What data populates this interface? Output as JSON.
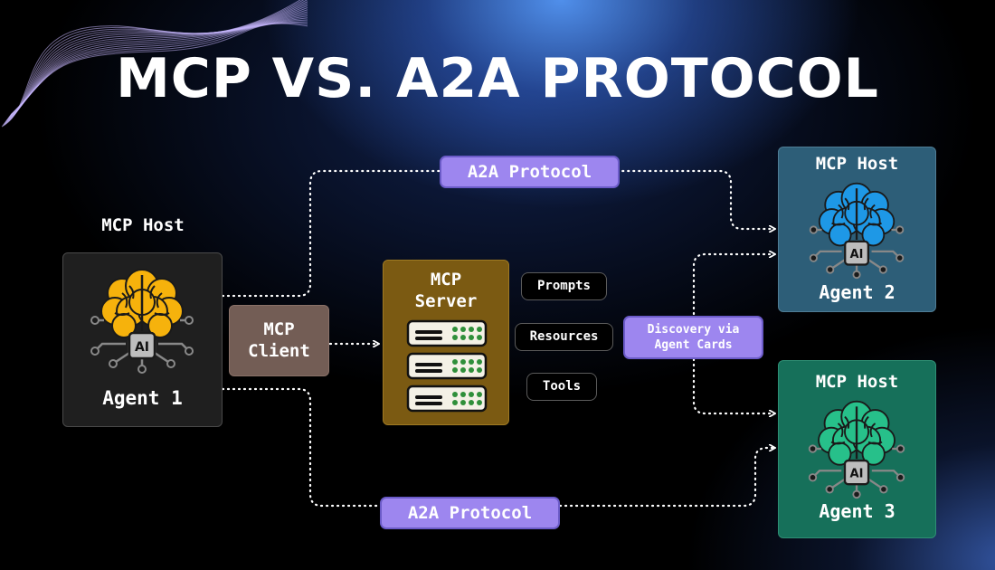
{
  "title": "MCP VS. A2A PROTOCOL",
  "agent1": {
    "host_label": "MCP Host",
    "name": "Agent 1",
    "brain_color": "#f6b20c"
  },
  "agent2": {
    "host_label": "MCP Host",
    "name": "Agent 2",
    "brain_color": "#1e98e6"
  },
  "agent3": {
    "host_label": "MCP Host",
    "name": "Agent 3",
    "brain_color": "#27c08a"
  },
  "chip_text": "AI",
  "mcp_client": {
    "line1": "MCP",
    "line2": "Client"
  },
  "mcp_server": {
    "line1": "MCP",
    "line2": "Server"
  },
  "capabilities": [
    "Prompts",
    "Resources",
    "Tools"
  ],
  "a2a_top": "A2A Protocol",
  "a2a_bottom": "A2A Protocol",
  "discovery": {
    "line1": "Discovery via",
    "line2": "Agent Cards"
  },
  "colors": {
    "pill": "#9d86ef",
    "client": "#735d55",
    "server": "#7b5a12",
    "agent1_box": "#1f1f1f",
    "agent2_box": "#2d5e78",
    "agent3_box": "#16705a"
  }
}
